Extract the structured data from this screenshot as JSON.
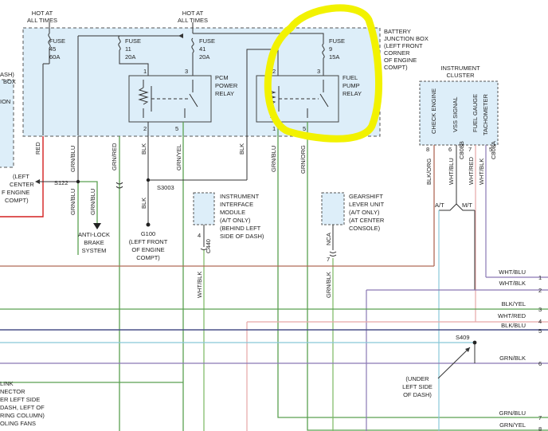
{
  "hot_left": [
    "HOT AT",
    "ALL TIMES"
  ],
  "hot_mid": [
    "HOT AT",
    "ALL TIMES"
  ],
  "fuses": [
    {
      "label": "FUSE",
      "num": "45",
      "amp": "60A"
    },
    {
      "label": "FUSE",
      "num": "11",
      "amp": "20A"
    },
    {
      "label": "FUSE",
      "num": "41",
      "amp": "20A"
    },
    {
      "label": "FUSE",
      "num": "9",
      "amp": "15A"
    }
  ],
  "junction_box": [
    "BATTERY",
    "JUNCTION BOX",
    "(LEFT FRONT",
    "CORNER",
    "OF ENGINE",
    "COMPT)"
  ],
  "left_fragment": [
    "ASH)",
    "BOX",
    "ION"
  ],
  "pcm_relay": [
    "PCM",
    "POWER",
    "RELAY"
  ],
  "fuel_relay": [
    "FUEL",
    "PUMP",
    "RELAY"
  ],
  "pins": {
    "pcm_top_left": "1",
    "pcm_top_right": "3",
    "pcm_bot_left": "2",
    "pcm_bot_right": "5",
    "fuel_top_left": "2",
    "fuel_top_right": "3",
    "fuel_bot_left": "1",
    "fuel_bot_right": "5"
  },
  "wire_labels": {
    "red": "RED",
    "grn_blu_1": "GRN/BLU",
    "grn_red": "GRN/RED",
    "blk_1": "BLK",
    "grn_yel": "GRN/YEL",
    "blk_2": "BLK",
    "grn_blu_2": "GRN/BLU",
    "grn_org": "GRN/ORG",
    "grn_blu_3": "GRN/BLU",
    "grn_blu_4": "GRN/BLU",
    "blk_3": "BLK",
    "wht_blk": "WHT/BLK",
    "grn_blk": "GRN/BLK",
    "blk_org": "BLK/ORG",
    "wht_blu": "WHT/BLU",
    "wht_red": "WHT/RED",
    "wht_blk_2": "WHT/BLK",
    "grn_blu_5": "GRN/BLU"
  },
  "left_center": [
    "(LEFT",
    "CENTER",
    "F ENGINE",
    "COMPT)"
  ],
  "splices": {
    "s122": "S122",
    "s3003": "S3003",
    "s409": "S409"
  },
  "abs": [
    "ANTI-LOCK",
    "BRAKE",
    "SYSTEM"
  ],
  "g100": [
    "G100",
    "(LEFT FRONT",
    "OF ENGINE",
    "COMPT)"
  ],
  "iim": [
    "INSTRUMENT",
    "INTERFACE",
    "MODULE",
    "(A/T ONLY)",
    "(BEHIND LEFT",
    "SIDE OF DASH)"
  ],
  "iim_pin": "4",
  "iim_conn": "C440",
  "gearshift": [
    "GEARSHIFT",
    "LEVER UNIT",
    "(A/T ONLY)",
    "(AT CENTER",
    "CONSOLE)"
  ],
  "gs_pin": "7",
  "gs_conn": "NCA",
  "cluster": {
    "title": [
      "INSTRUMENT",
      "CLUSTER"
    ],
    "items": [
      "CHECK ENGINE",
      "VSS SIGNAL",
      "FUEL GAUGE",
      "TACHOMETER"
    ],
    "pins": [
      "8",
      "6",
      "7",
      "5"
    ],
    "conns": [
      "C808B",
      "C808A"
    ]
  },
  "at_mt": [
    "A/T",
    "M/T"
  ],
  "right_wires": [
    {
      "label": "WHT/BLU",
      "num": "1"
    },
    {
      "label": "WHT/BLK",
      "num": "2"
    },
    {
      "label": "BLK/YEL",
      "num": "3"
    },
    {
      "label": "WHT/RED",
      "num": "4"
    },
    {
      "label": "BLK/BLU",
      "num": "5"
    },
    {
      "label": "GRN/BLK",
      "num": "6"
    },
    {
      "label": "GRN/BLU",
      "num": "7"
    },
    {
      "label": "GRN/YEL",
      "num": "8"
    }
  ],
  "under_dash": [
    "(UNDER",
    "LEFT SIDE",
    "OF DASH)"
  ],
  "link": [
    "LINK",
    "NECTOR",
    "ER LEFT SIDE",
    "DASH, LEFT OF",
    "RING COLUMN)",
    "OLING FANS"
  ],
  "colors": {
    "panel": "#ddeef9",
    "red": "#d42020",
    "green": "#5aa050",
    "brown": "#b06a58",
    "purple": "#8a78b4",
    "pink": "#e7a7a7",
    "navy": "#4a5088",
    "highlight": "#f2f200",
    "cyan": "#88c8d8"
  }
}
